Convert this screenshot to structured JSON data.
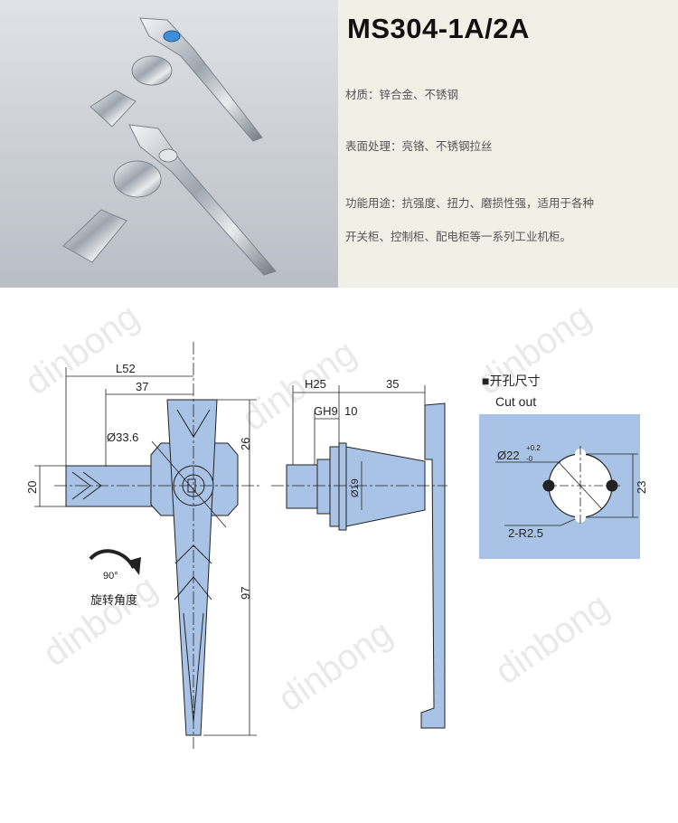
{
  "product": {
    "model": "MS304-1A/2A",
    "material": "材质：锌合金、不锈钢",
    "finish": "表面处理：亮铬、不锈钢拉丝",
    "usage_line1": "功能用途：抗强度、扭力、磨损性强，适用于各种",
    "usage_line2": "开关柜、控制柜、配电柜等一系列工业机柜。"
  },
  "watermark": "dinbong",
  "colors": {
    "part_fill": "#a9c3e6",
    "line": "#222222",
    "spec_bg": "#f1f0e6",
    "spec_text": "#555555"
  },
  "front_view": {
    "dim_l52": "L52",
    "dim_37": "37",
    "dim_diameter": "Ø33.6",
    "dim_26": "26",
    "dim_20": "20",
    "dim_97": "97",
    "rotation_angle": "90°",
    "rotation_label": "旋转角度"
  },
  "side_view": {
    "dim_h25": "H25",
    "dim_35": "35",
    "dim_gh9": "GH9",
    "dim_10": "10",
    "dim_d19": "Ø19"
  },
  "cutout": {
    "title_cn": "■开孔尺寸",
    "title_en": "Cut out",
    "dim_d22": "Ø22",
    "tol_plus": "+0.2",
    "tol_minus": "-0",
    "dim_23": "23",
    "dim_r": "2-R2.5"
  }
}
